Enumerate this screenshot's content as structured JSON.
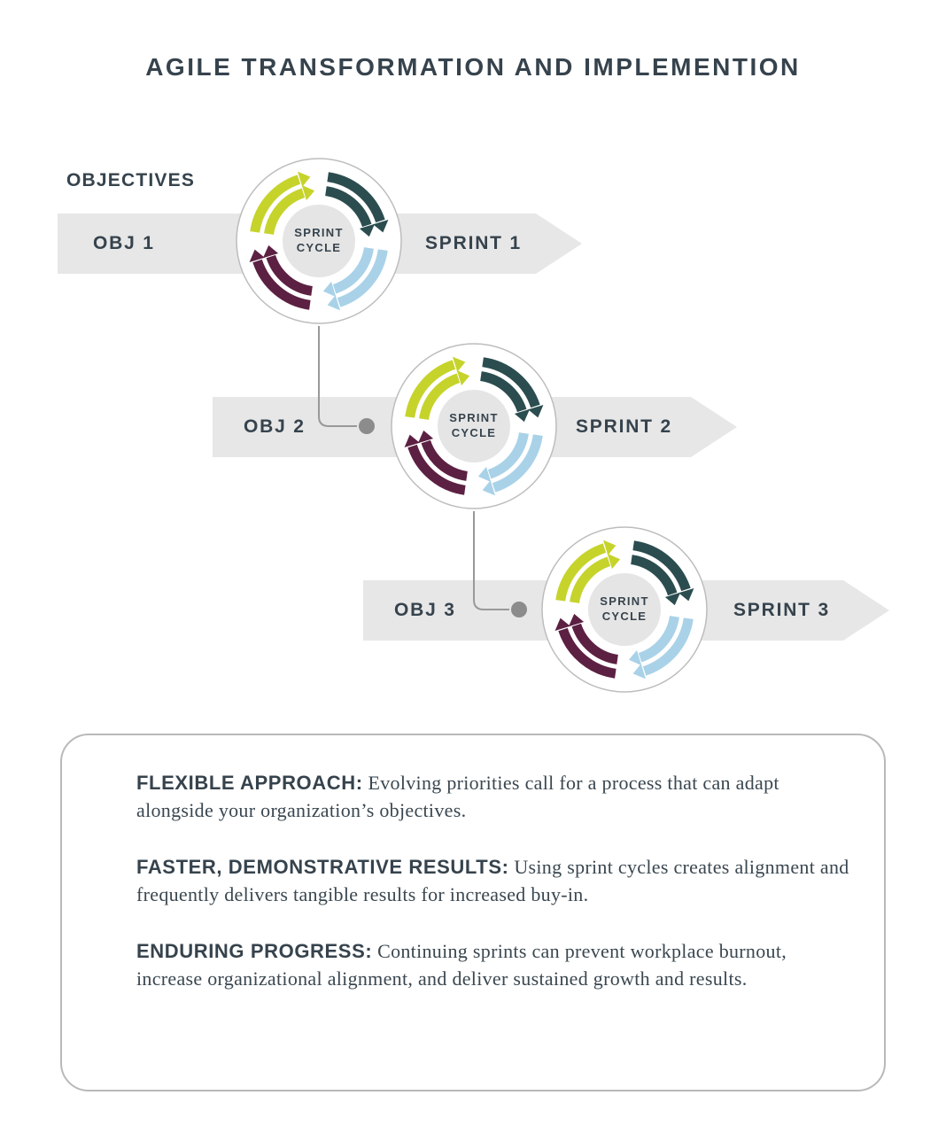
{
  "title": "AGILE TRANSFORMATION AND IMPLEMENTION",
  "diagram": {
    "objectives_label": "OBJECTIVES",
    "cycle_center": {
      "line1": "SPRINT",
      "line2": "CYCLE"
    },
    "rows": [
      {
        "obj": "OBJ 1",
        "sprint": "SPRINT 1"
      },
      {
        "obj": "OBJ 2",
        "sprint": "SPRINT 2"
      },
      {
        "obj": "OBJ 3",
        "sprint": "SPRINT 3"
      }
    ]
  },
  "colors": {
    "lime": "#c6d32b",
    "teal": "#2b4d4f",
    "light_blue": "#a9d2e8",
    "maroon": "#5c2043",
    "text_dark": "#36434d",
    "band_gray": "#e7e7e7",
    "connector_gray": "#999999",
    "dot_gray": "#8c8c8c",
    "circle_border": "#bdbdbd",
    "center_disc": "#e5e5e5"
  },
  "info_box": {
    "items": [
      {
        "heading": "FLEXIBLE APPROACH:",
        "body": "Evolving priorities call for a process that can adapt alongside your organization’s objectives."
      },
      {
        "heading": "FASTER, DEMONSTRATIVE RESULTS:",
        "body": "Using sprint cycles creates alignment and frequently delivers tangible results for increased buy-in."
      },
      {
        "heading": "ENDURING PROGRESS:",
        "body": "Continuing sprints can prevent workplace burnout, increase organizational alignment, and deliver sustained growth and results."
      }
    ]
  }
}
